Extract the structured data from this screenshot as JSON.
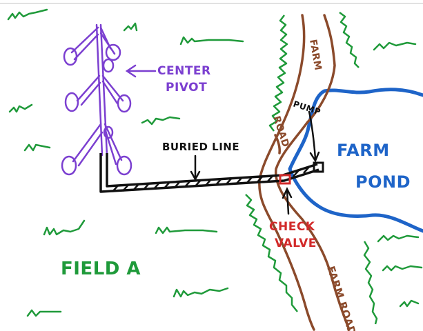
{
  "colors": {
    "pivot": "#7b3fd0",
    "grass": "#1f9a3a",
    "road": "#8b4a2b",
    "water": "#1e64c8",
    "valve": "#d22a2a",
    "ink": "#111111"
  },
  "labels": {
    "center_pivot": [
      "CENTER",
      "PIVOT"
    ],
    "buried_line": "BURIED LINE",
    "pump": "PUMP",
    "farm_pond": [
      "FARM",
      "POND"
    ],
    "farm_road_top": "FARM",
    "road_word": "ROAD",
    "check_valve": [
      "CHECK",
      "VALVE"
    ],
    "farm_road_bottom": "FARM ROAD",
    "field_a": "FIELD A"
  },
  "icons": [
    "arrow-icon",
    "grass-tuft-icon",
    "sprinkler-wheel-icon",
    "pump-box-icon",
    "check-valve-icon"
  ]
}
